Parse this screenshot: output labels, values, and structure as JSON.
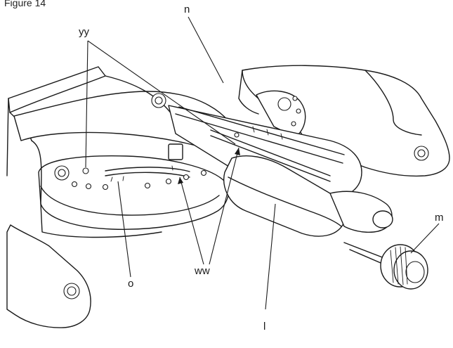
{
  "figure": {
    "title": "Figure 14"
  },
  "labels": {
    "yy": "yy",
    "n": "n",
    "m": "m",
    "o": "o",
    "ww": "ww",
    "l": "l"
  }
}
